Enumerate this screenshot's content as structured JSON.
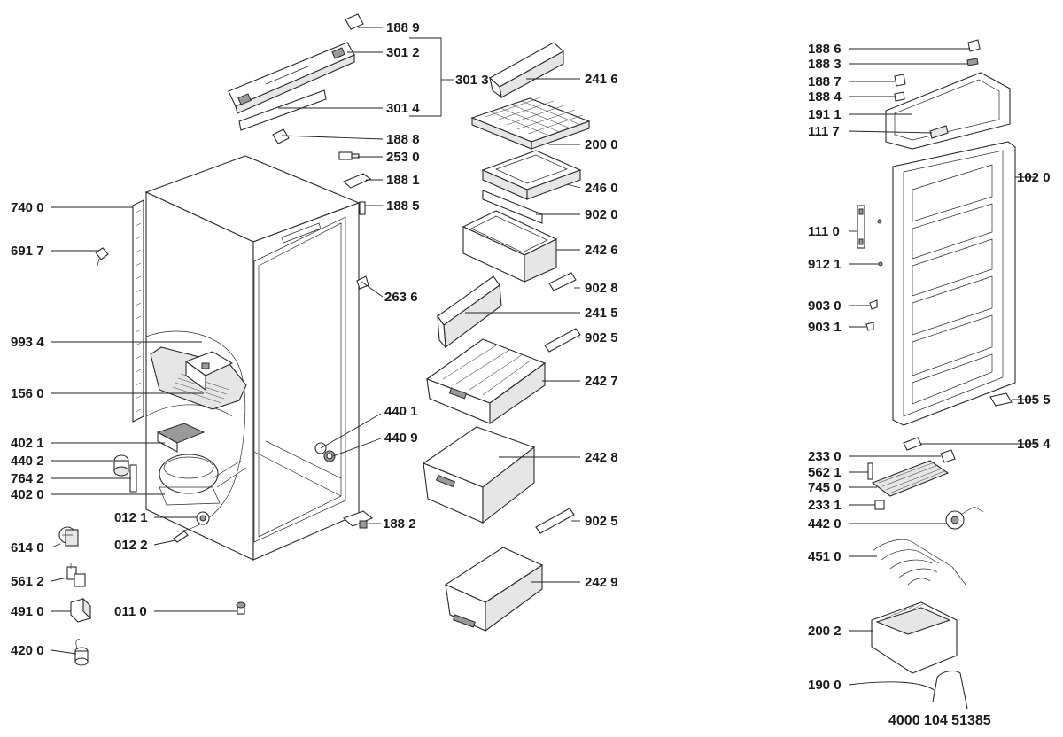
{
  "labels": [
    {
      "id": "1889",
      "text": "188 9"
    },
    {
      "id": "3012",
      "text": "301 2"
    },
    {
      "id": "3013",
      "text": "301 3"
    },
    {
      "id": "3014",
      "text": "301 4"
    },
    {
      "id": "1888",
      "text": "188 8"
    },
    {
      "id": "2530",
      "text": "253 0"
    },
    {
      "id": "1881",
      "text": "188 1"
    },
    {
      "id": "1885",
      "text": "188 5"
    },
    {
      "id": "7400",
      "text": "740 0"
    },
    {
      "id": "6917",
      "text": "691 7"
    },
    {
      "id": "2636",
      "text": "263 6"
    },
    {
      "id": "9934",
      "text": "993 4"
    },
    {
      "id": "1560",
      "text": "156 0"
    },
    {
      "id": "4401",
      "text": "440 1"
    },
    {
      "id": "4409",
      "text": "440 9"
    },
    {
      "id": "4021",
      "text": "402 1"
    },
    {
      "id": "4402",
      "text": "440 2"
    },
    {
      "id": "7642",
      "text": "764 2"
    },
    {
      "id": "4020",
      "text": "402 0"
    },
    {
      "id": "0121",
      "text": "012 1"
    },
    {
      "id": "0122",
      "text": "012 2"
    },
    {
      "id": "1882",
      "text": "188 2"
    },
    {
      "id": "6140",
      "text": "614 0"
    },
    {
      "id": "5612",
      "text": "561 2"
    },
    {
      "id": "4910",
      "text": "491 0"
    },
    {
      "id": "0110",
      "text": "011 0"
    },
    {
      "id": "4200",
      "text": "420 0"
    },
    {
      "id": "2416",
      "text": "241 6"
    },
    {
      "id": "2000",
      "text": "200 0"
    },
    {
      "id": "2460",
      "text": "246 0"
    },
    {
      "id": "9020",
      "text": "902 0"
    },
    {
      "id": "2426",
      "text": "242 6"
    },
    {
      "id": "9028",
      "text": "902 8"
    },
    {
      "id": "2415",
      "text": "241 5"
    },
    {
      "id": "9025a",
      "text": "902 5"
    },
    {
      "id": "2427",
      "text": "242 7"
    },
    {
      "id": "2428",
      "text": "242 8"
    },
    {
      "id": "9025b",
      "text": "902 5"
    },
    {
      "id": "2429",
      "text": "242 9"
    },
    {
      "id": "1886",
      "text": "188 6"
    },
    {
      "id": "1883",
      "text": "188 3"
    },
    {
      "id": "1887",
      "text": "188 7"
    },
    {
      "id": "1884",
      "text": "188 4"
    },
    {
      "id": "1911",
      "text": "191 1"
    },
    {
      "id": "1117",
      "text": "111 7"
    },
    {
      "id": "1020",
      "text": "102 0"
    },
    {
      "id": "1110",
      "text": "111 0"
    },
    {
      "id": "9121",
      "text": "912 1"
    },
    {
      "id": "9030",
      "text": "903 0"
    },
    {
      "id": "9031",
      "text": "903 1"
    },
    {
      "id": "1055",
      "text": "105 5"
    },
    {
      "id": "1054",
      "text": "105 4"
    },
    {
      "id": "2330",
      "text": "233 0"
    },
    {
      "id": "5621",
      "text": "562 1"
    },
    {
      "id": "7450",
      "text": "745 0"
    },
    {
      "id": "2331",
      "text": "233 1"
    },
    {
      "id": "4420",
      "text": "442 0"
    },
    {
      "id": "4510",
      "text": "451 0"
    },
    {
      "id": "2002",
      "text": "200 2"
    },
    {
      "id": "1900",
      "text": "190 0"
    }
  ],
  "document_number": "4000 104 51385"
}
